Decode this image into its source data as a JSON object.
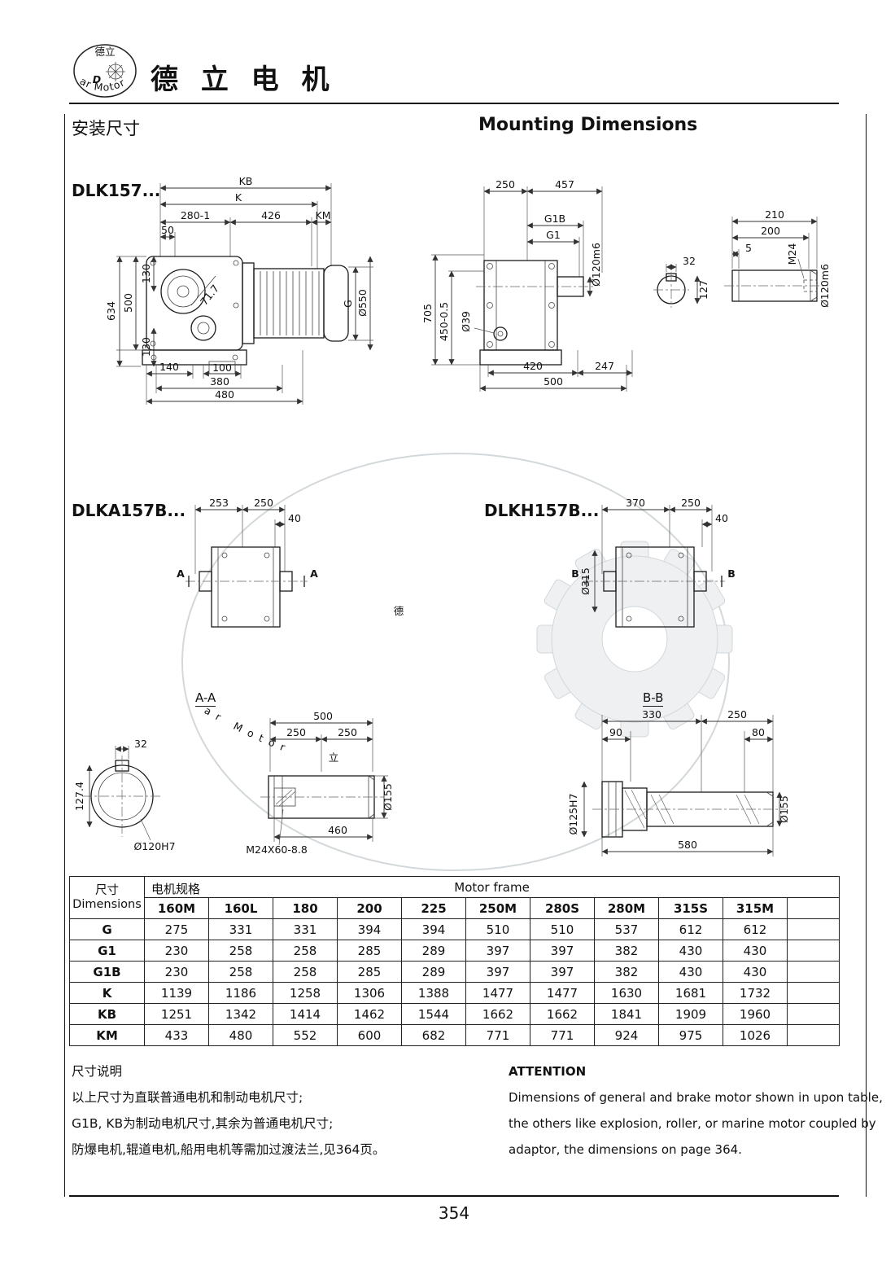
{
  "page": {
    "number": "354"
  },
  "header": {
    "logo": {
      "top": "德立",
      "letter": "D",
      "arc": "De Li Gear Motor"
    },
    "brand": "德 立 电 机",
    "section_title_cn": "安装尺寸",
    "section_title_en": "Mounting Dimensions"
  },
  "models": {
    "dlk157": "DLK157...",
    "dlka157b": "DLKA157B...",
    "dlkh157b": "DLKH157B...",
    "section_aa": "A-A",
    "section_bb": "B-B"
  },
  "dims": {
    "front": {
      "kb": "KB",
      "k": "K",
      "d280": "280-1",
      "d426": "426",
      "km": "KM",
      "d50": "50",
      "d130t": "130",
      "d500v": "500",
      "d634": "634",
      "d717": "71.7",
      "g": "G",
      "d550": "Ø550",
      "d130b": "130",
      "d140": "140",
      "d100": "100",
      "d380": "380",
      "d480": "480"
    },
    "side": {
      "d250": "250",
      "d457": "457",
      "g1b": "G1B",
      "g1": "G1",
      "d120m6": "Ø120m6",
      "d705": "705",
      "d450": "450-0.5",
      "d39": "Ø39",
      "d420": "420",
      "d247": "247",
      "d500": "500"
    },
    "keyview": {
      "d32": "32",
      "d127": "127"
    },
    "shaftend": {
      "d210": "210",
      "d200": "200",
      "d5": "5",
      "m24": "M24",
      "d120m6": "Ø120m6"
    },
    "dlka": {
      "d253": "253",
      "d250": "250",
      "d40": "40",
      "a_left": "A",
      "a_right": "A"
    },
    "dlkh": {
      "d370": "370",
      "d250": "250",
      "d40": "40",
      "b_left": "B",
      "b_right": "B",
      "d315": "Ø315"
    },
    "aa": {
      "d32": "32",
      "d1274": "127.4",
      "d120h7": "Ø120H7",
      "d500": "500",
      "d250a": "250",
      "d250b": "250",
      "d155": "Ø155",
      "m24": "M24X60-8.8",
      "d460": "460"
    },
    "bb": {
      "d330": "330",
      "d250": "250",
      "d90": "90",
      "d80": "80",
      "d155": "Ø155",
      "d125h7": "Ø125H7",
      "d580": "580"
    }
  },
  "table": {
    "dim_cn": "尺寸",
    "dim_en": "Dimensions",
    "spec_cn": "电机规格",
    "spec_en": "Motor frame",
    "columns": [
      "160M",
      "160L",
      "180",
      "200",
      "225",
      "250M",
      "280S",
      "280M",
      "315S",
      "315M"
    ],
    "rows": [
      {
        "label": "G",
        "values": [
          "275",
          "331",
          "331",
          "394",
          "394",
          "510",
          "510",
          "537",
          "612",
          "612"
        ]
      },
      {
        "label": "G1",
        "values": [
          "230",
          "258",
          "258",
          "285",
          "289",
          "397",
          "397",
          "382",
          "430",
          "430"
        ]
      },
      {
        "label": "G1B",
        "values": [
          "230",
          "258",
          "258",
          "285",
          "289",
          "397",
          "397",
          "382",
          "430",
          "430"
        ]
      },
      {
        "label": "K",
        "values": [
          "1139",
          "1186",
          "1258",
          "1306",
          "1388",
          "1477",
          "1477",
          "1630",
          "1681",
          "1732"
        ]
      },
      {
        "label": "KB",
        "values": [
          "1251",
          "1342",
          "1414",
          "1462",
          "1544",
          "1662",
          "1662",
          "1841",
          "1909",
          "1960"
        ]
      },
      {
        "label": "KM",
        "values": [
          "433",
          "480",
          "552",
          "600",
          "682",
          "771",
          "771",
          "924",
          "975",
          "1026"
        ]
      }
    ]
  },
  "notes": {
    "cn_title": "尺寸说明",
    "cn_lines": [
      "以上尺寸为直联普通电机和制动电机尺寸;",
      "G1B, KB为制动电机尺寸,其余为普通电机尺寸;",
      "防爆电机,辊道电机,船用电机等需加过渡法兰,见364页。"
    ],
    "en_title": "ATTENTION",
    "en_lines": [
      "Dimensions of general and brake motor shown in upon table,",
      "the others like explosion, roller, or marine motor coupled by",
      "adaptor, the dimensions on page 364."
    ]
  },
  "watermark": {
    "char1": "德",
    "char2": "立",
    "arc": "De Li Gear Motor"
  }
}
